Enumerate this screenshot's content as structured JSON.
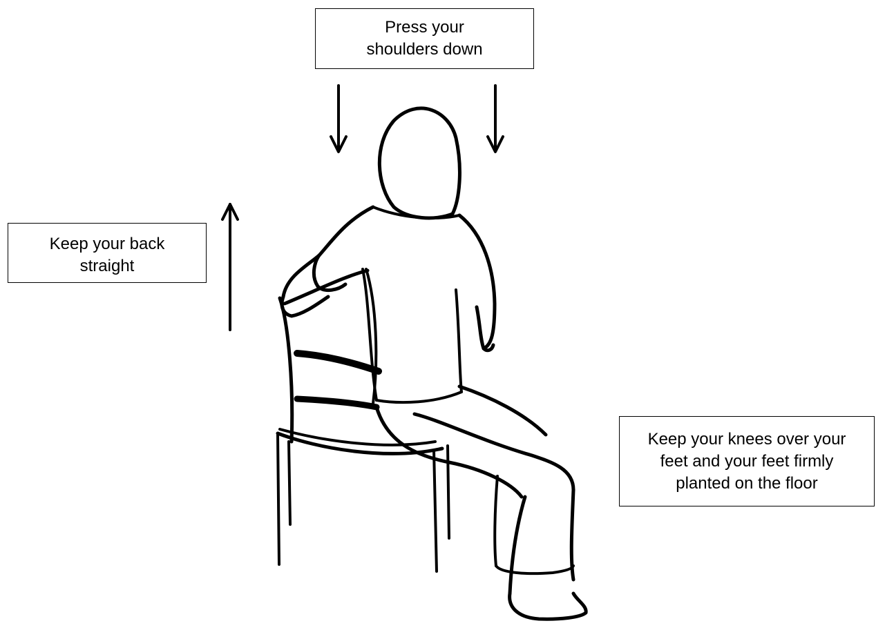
{
  "callouts": {
    "shoulders": {
      "lines": [
        "Press your",
        "shoulders down"
      ]
    },
    "back": {
      "lines": [
        "Keep your back",
        "straight"
      ]
    },
    "knees": {
      "lines": [
        "Keep your knees over your",
        "feet and your feet firmly",
        "planted on the floor"
      ]
    }
  },
  "colors": {
    "ink": "#000000",
    "background": "#ffffff"
  }
}
